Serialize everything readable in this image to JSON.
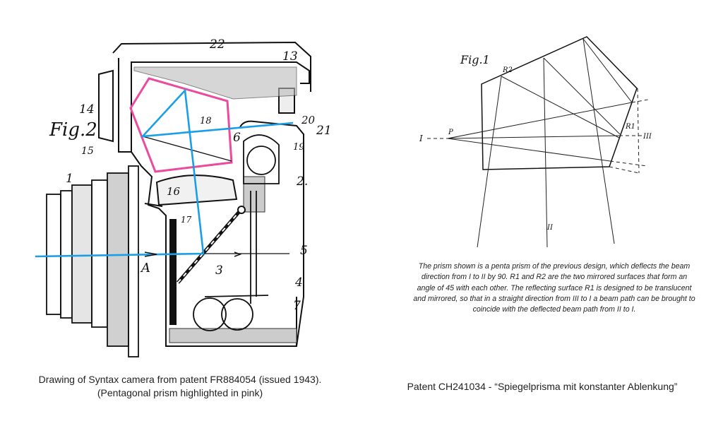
{
  "left_figure": {
    "figure_label": "Fig.2",
    "part_labels": [
      "1",
      "2",
      "3",
      "4",
      "5",
      "6",
      "7",
      "13",
      "14",
      "15",
      "16",
      "17",
      "18",
      "19",
      "20",
      "21",
      "22",
      "A"
    ],
    "highlight_colors": {
      "prism_outline": "#ec4a9c",
      "light_path": "#1a9fe6"
    },
    "caption": "Drawing of Syntax camera from patent FR884054 (issued 1943). (Pentagonal prism highlighted in pink)"
  },
  "right_figure": {
    "figure_label": "Fig.1",
    "part_labels": [
      "R2",
      "R1",
      "P",
      "I",
      "II",
      "III"
    ],
    "description": "The prism shown is a penta prism of the previous design, which deflects the beam direction from I to II by 90. R1 and R2 are the two mirrored surfaces that form an angle of 45 with each other. The reflecting surface R1 is designed to be translucent and mirrored, so that in a straight direction from III to I a beam path can be brought to coincide with the deflected beam path from II to I.",
    "caption": "Patent CH241034 - “Spiegelprisma mit konstanter Ablenkung”"
  }
}
